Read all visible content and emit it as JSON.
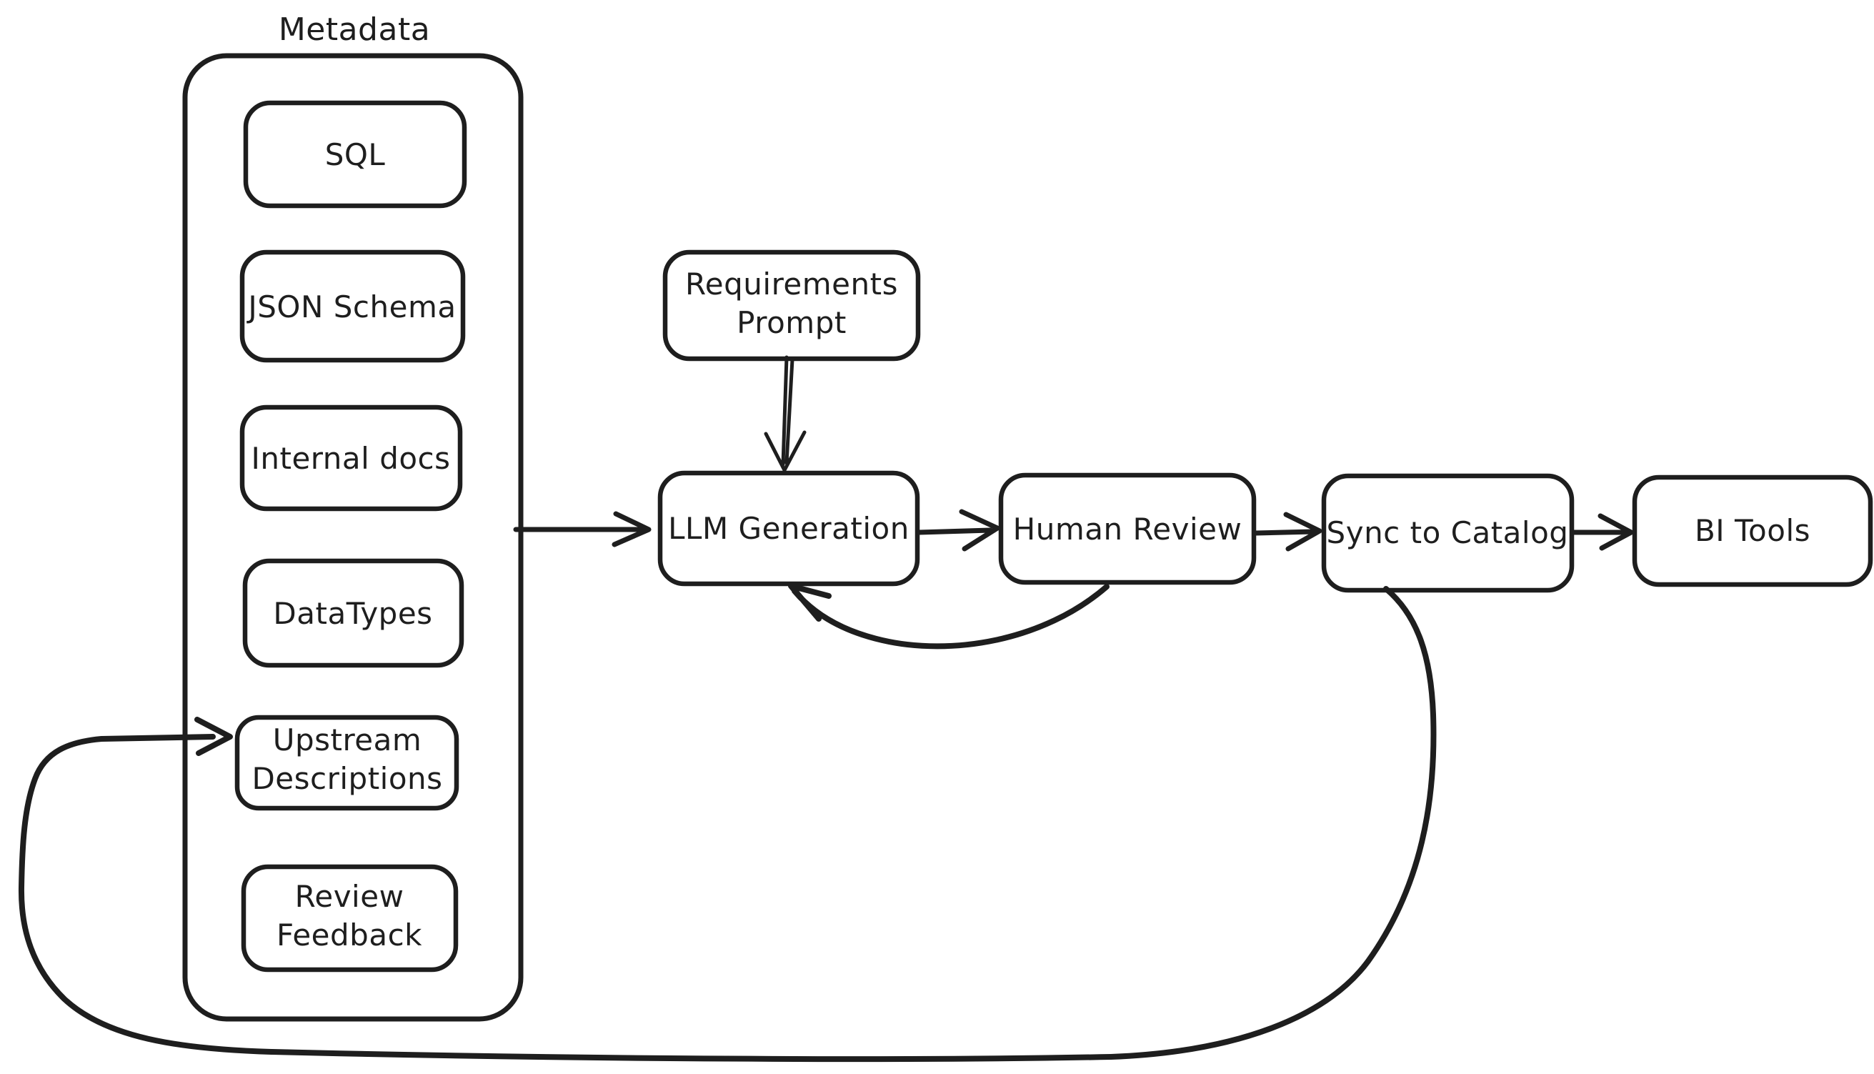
{
  "diagram": {
    "background": "#ffffff",
    "stroke_color": "#1e1e1e",
    "container": {
      "label": "Metadata"
    },
    "nodes": {
      "sql": {
        "label": "SQL"
      },
      "json_schema": {
        "label": "JSON Schema"
      },
      "internal_docs": {
        "label": "Internal docs"
      },
      "datatypes": {
        "label": "DataTypes"
      },
      "upstream_descriptions": {
        "lines": [
          "Upstream",
          "Descriptions"
        ]
      },
      "review_feedback": {
        "lines": [
          "Review",
          "Feedback"
        ]
      },
      "requirements_prompt": {
        "lines": [
          "Requirements",
          "Prompt"
        ]
      },
      "llm_generation": {
        "label": "LLM Generation"
      },
      "human_review": {
        "label": "Human Review"
      },
      "sync_to_catalog": {
        "label": "Sync to Catalog"
      },
      "bi_tools": {
        "label": "BI Tools"
      }
    },
    "edges": [
      {
        "from": "Metadata",
        "to": "LLM Generation"
      },
      {
        "from": "Requirements Prompt",
        "to": "LLM Generation"
      },
      {
        "from": "LLM Generation",
        "to": "Human Review"
      },
      {
        "from": "Human Review",
        "to": "LLM Generation",
        "type": "feedback"
      },
      {
        "from": "Human Review",
        "to": "Sync to Catalog"
      },
      {
        "from": "Sync to Catalog",
        "to": "BI Tools"
      },
      {
        "from": "Sync to Catalog",
        "to": "Upstream Descriptions",
        "type": "feedback-loop"
      }
    ]
  }
}
